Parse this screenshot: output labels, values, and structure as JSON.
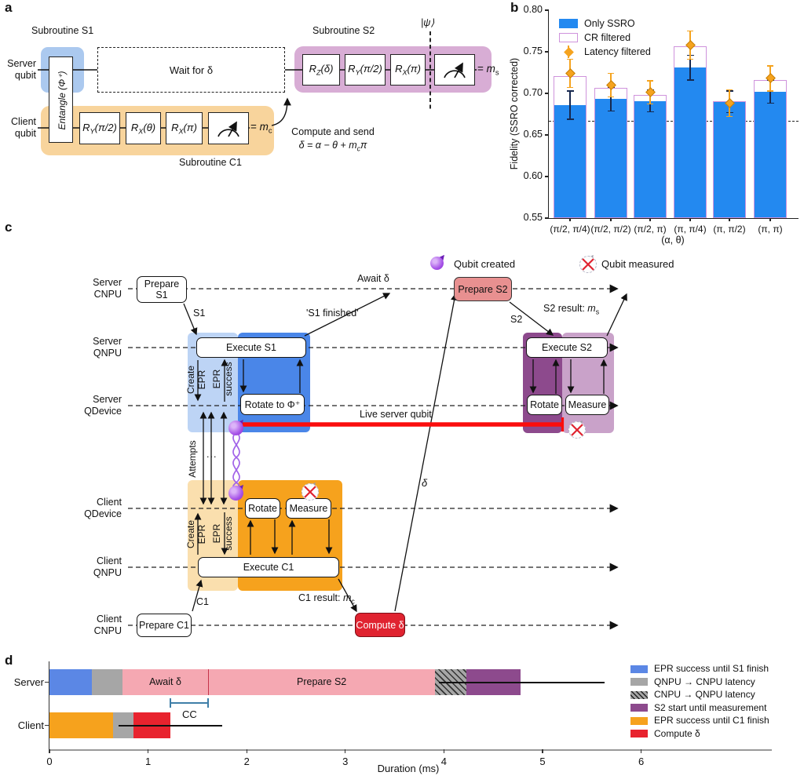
{
  "figure": {
    "panel_a": {
      "tag": "a",
      "subroutine_s1": "Subroutine S1",
      "subroutine_s2": "Subroutine S2",
      "subroutine_c1": "Subroutine C1",
      "server_qubit": {
        "l1": "Server",
        "l2": "qubit"
      },
      "client_qubit": {
        "l1": "Client",
        "l2": "qubit"
      },
      "entangle_gate": "Entangle (Φ⁺)",
      "wait_box": "Wait for δ",
      "psi": "|ψ⟩",
      "eq": "=",
      "mc": {
        "base": "m",
        "sub": "c"
      },
      "ms": {
        "base": "m",
        "sub": "s"
      },
      "compute_send": "Compute and send",
      "formula": {
        "pre": "δ = α − θ + ",
        "m": "m",
        "sub": "c",
        "post": "π"
      },
      "client_gates": [
        {
          "base": "R",
          "sub": "Y",
          "arg": "(π/2)"
        },
        {
          "base": "R",
          "sub": "X",
          "arg": "(θ)"
        },
        {
          "base": "R",
          "sub": "X",
          "arg": "(π)"
        }
      ],
      "server_gates": [
        {
          "base": "R",
          "sub": "Z",
          "arg": "(δ)"
        },
        {
          "base": "R",
          "sub": "Y",
          "arg": "(π/2)"
        },
        {
          "base": "R",
          "sub": "X",
          "arg": "(π)"
        }
      ]
    },
    "panel_b": {
      "tag": "b",
      "ylabel": "Fidelity (SSRO corrected)",
      "xlabel": "(α, θ)",
      "legend": [
        "Only SSRO",
        "CR filtered",
        "Latency filtered"
      ]
    },
    "panel_c": {
      "tag": "c",
      "lanes": [
        {
          "l1": "Server",
          "l2": "CNPU"
        },
        {
          "l1": "Server",
          "l2": "QNPU"
        },
        {
          "l1": "Server",
          "l2": "QDevice"
        },
        {
          "l1": "Client",
          "l2": "QDevice"
        },
        {
          "l1": "Client",
          "l2": "QNPU"
        },
        {
          "l1": "Client",
          "l2": "CNPU"
        }
      ],
      "legend": {
        "created": "Qubit created",
        "measured": "Qubit measured"
      },
      "boxes": {
        "prepare_s1": {
          "l1": "Prepare",
          "l2": "S1"
        },
        "execute_s1": "Execute S1",
        "rotate_phi": "Rotate to Φ⁺",
        "prepare_s2": "Prepare S2",
        "execute_s2": "Execute S2",
        "rotate_server": "Rotate",
        "measure_server": "Measure",
        "prepare_c1": "Prepare C1",
        "execute_c1": "Execute C1",
        "rotate_client": "Rotate",
        "measure_client": "Measure",
        "compute_delta": "Compute δ"
      },
      "labels": {
        "s1": "S1",
        "s1_finished": "'S1 finished'",
        "await_delta": "Await δ",
        "s2": "S2",
        "s2_result_pre": "S2 result: ",
        "c1": "C1",
        "c1_result_pre": "C1 result: ",
        "delta": "δ",
        "live_server_qubit": "Live server qubit",
        "attempts": "Attempts",
        "dots": "...",
        "create": "Create",
        "epr": "EPR",
        "success": "success",
        "m": "m",
        "sub_s": "s",
        "sub_c": "c"
      }
    },
    "panel_d": {
      "tag": "d",
      "rows": [
        "Server",
        "Client"
      ],
      "xlabel": "Duration (ms)",
      "legend": [
        {
          "label": "EPR success until S1 finish",
          "color": "#5b87e5",
          "hatch": false
        },
        {
          "label": "QNPU → CNPU latency",
          "color": "#a6a6a6",
          "hatch": false
        },
        {
          "label": "CNPU → QNPU latency",
          "color": "#a6a6a6",
          "hatch": true
        },
        {
          "label": "S2 start until measurement",
          "color": "#8d4a8d",
          "hatch": false
        },
        {
          "label": "EPR success until C1 finish",
          "color": "#f6a21d",
          "hatch": false
        },
        {
          "label": "Compute δ",
          "color": "#e8232e",
          "hatch": false
        }
      ]
    }
  },
  "chart_data": [
    {
      "type": "bar",
      "panel": "b",
      "categories": [
        "(π/2, π/4)",
        "(π/2, π/2)",
        "(π/2, π)",
        "(π, π/4)",
        "(π, π/2)",
        "(π, π)"
      ],
      "series": [
        {
          "name": "Only SSRO",
          "values": [
            0.686,
            0.693,
            0.691,
            0.731,
            0.69,
            0.702
          ],
          "errors": [
            0.017,
            0.014,
            0.013,
            0.015,
            0.013,
            0.014
          ]
        },
        {
          "name": "CR filtered",
          "values": [
            0.721,
            0.707,
            0.698,
            0.757,
            0.691,
            0.716
          ]
        },
        {
          "name": "Latency filtered",
          "values": [
            0.724,
            0.71,
            0.701,
            0.758,
            0.688,
            0.718
          ],
          "errors": [
            0.017,
            0.014,
            0.014,
            0.017,
            0.016,
            0.015
          ]
        }
      ],
      "ylabel": "Fidelity (SSRO corrected)",
      "xlabel": "(α, θ)",
      "ylim": [
        0.55,
        0.8
      ],
      "yticks": [
        0.55,
        0.6,
        0.65,
        0.7,
        0.75,
        0.8
      ],
      "dashed_line": 0.667,
      "legend_position": "upper-left",
      "grid": false
    },
    {
      "type": "bar",
      "panel": "d",
      "orientation": "horizontal",
      "xlabel": "Duration (ms)",
      "xlim": [
        0,
        7.3
      ],
      "xticks": [
        0,
        1,
        2,
        3,
        4,
        5,
        6
      ],
      "rows": [
        {
          "name": "Server",
          "segments": [
            {
              "key": "d_blue",
              "label": "EPR success until S1 finish",
              "start": 0,
              "end": 0.43
            },
            {
              "key": "d_gray",
              "label": "QNPU → CNPU latency",
              "start": 0.43,
              "end": 0.74
            },
            {
              "key": "d_pink",
              "label": "Await δ",
              "start": 0.74,
              "end": 1.61,
              "text": "Await δ"
            },
            {
              "key": "d_pink",
              "label": "Prepare S2",
              "start": 1.61,
              "end": 3.91,
              "text": "Prepare S2"
            },
            {
              "key": "d_gray",
              "label": "CNPU → QNPU latency",
              "start": 3.91,
              "end": 4.23,
              "hatch": true
            },
            {
              "key": "d_purple",
              "label": "S2 start until measurement",
              "start": 4.23,
              "end": 4.78
            }
          ],
          "divider": 1.61,
          "error_bar": {
            "from": 3.95,
            "to": 5.63
          }
        },
        {
          "name": "Client",
          "segments": [
            {
              "key": "d_orange",
              "label": "EPR success until C1 finish",
              "start": 0,
              "end": 0.645
            },
            {
              "key": "d_gray",
              "label": "QNPU → CNPU latency",
              "start": 0.645,
              "end": 0.85
            },
            {
              "key": "d_red",
              "label": "Compute δ",
              "start": 0.85,
              "end": 1.23
            }
          ],
          "error_bar": {
            "from": 0.7,
            "to": 1.75
          }
        }
      ],
      "cc_bracket": {
        "from": 1.23,
        "to": 1.61,
        "label": "CC"
      }
    }
  ],
  "colors": {
    "accent_blue_bar": "#2389f0",
    "cr_outline": "#cf93dc",
    "latency_orange": "#f5a31e",
    "error_navy": "#16284f",
    "threshold_dash": "#222222",
    "d_blue": "#5b87e5",
    "d_gray": "#a6a6a6",
    "d_pink": "#f5a8b2",
    "d_purple": "#8d4a8d",
    "d_orange": "#f6a21d",
    "d_red": "#e8232e",
    "cc_bracket": "#3f7fa8",
    "a_blue": "#abc9ef",
    "a_orange": "#f8d49c",
    "a_purple": "#d8add5",
    "c_light_blue": "#bdd4f5",
    "c_dark_blue": "#4a86e8",
    "c_light_orange": "#fadfae",
    "c_dark_orange": "#f6a21d",
    "c_dark_purple": "#8d4a8d",
    "c_light_purple": "#c9a2c9",
    "prepare_s2_fill": "#e89090",
    "compute_delta_fill": "#e02330",
    "live_qubit_red": "#fb0d0d",
    "qubit_purple": "#a855e8"
  }
}
